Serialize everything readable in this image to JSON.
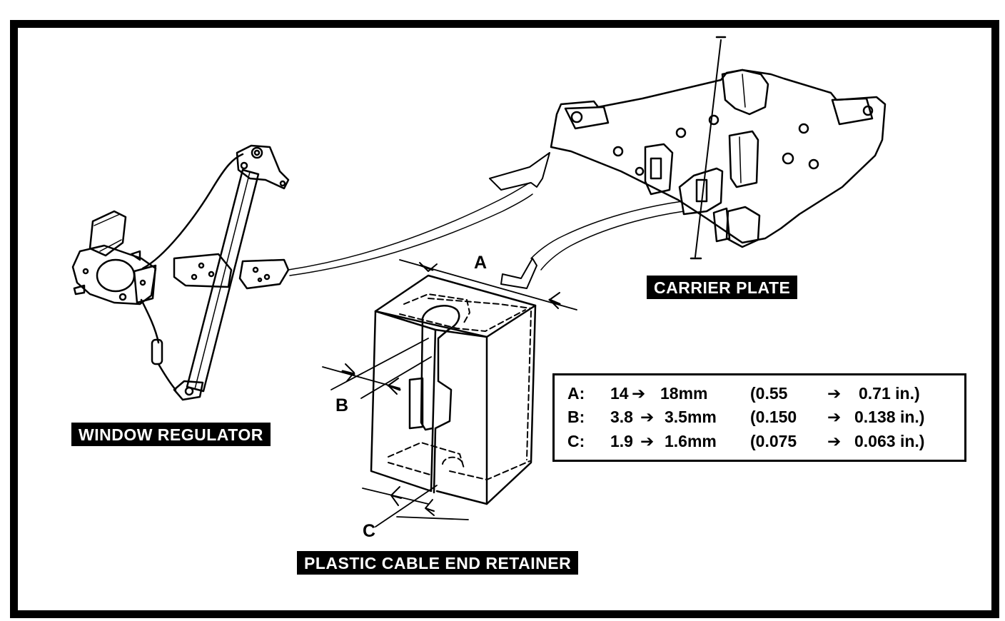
{
  "labels": {
    "window_regulator": "WINDOW REGULATOR",
    "carrier_plate": "CARRIER PLATE",
    "retainer": "PLASTIC CABLE END RETAINER"
  },
  "dimension_letters": {
    "a": "A",
    "b": "B",
    "c": "C"
  },
  "spec_table": {
    "arrow_glyph": "➔",
    "rows": [
      {
        "label": "A:",
        "before": "14",
        "after": "18mm",
        "in_before": "(0.55",
        "in_after": "0.71 in.)"
      },
      {
        "label": "B:",
        "before": "3.8",
        "after": "3.5mm",
        "in_before": "(0.150",
        "in_after": "0.138 in.)"
      },
      {
        "label": "C:",
        "before": "1.9",
        "after": "1.6mm",
        "in_before": "(0.075",
        "in_after": "0.063 in.)"
      }
    ]
  }
}
